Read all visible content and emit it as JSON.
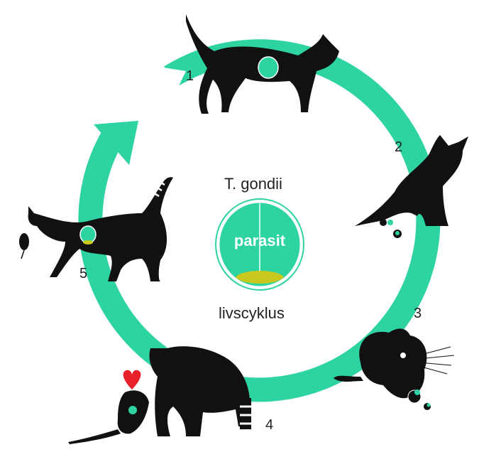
{
  "diagram": {
    "title": "T. gondii",
    "subtitle": "livscyklus",
    "center_label": "parasit",
    "steps": [
      {
        "number": "1",
        "depicts": "walking cat"
      },
      {
        "number": "2",
        "depicts": "sitting cat shedding oocysts"
      },
      {
        "number": "3",
        "depicts": "mouse eating oocysts"
      },
      {
        "number": "4",
        "depicts": "cat and infected rat"
      },
      {
        "number": "5",
        "depicts": "cat carrying mouse"
      }
    ]
  },
  "colors": {
    "cycle": "#2ed3a2",
    "silhouette": "#111111",
    "parasite_body": "#2ed3a2",
    "parasite_yolk": "#c8c81e",
    "heart": "#e8202a",
    "text": "#222222"
  },
  "icons": [
    "cat-icon",
    "mouse-icon",
    "rat-icon",
    "heart-icon",
    "parasite-icon",
    "oocyst-icon"
  ]
}
